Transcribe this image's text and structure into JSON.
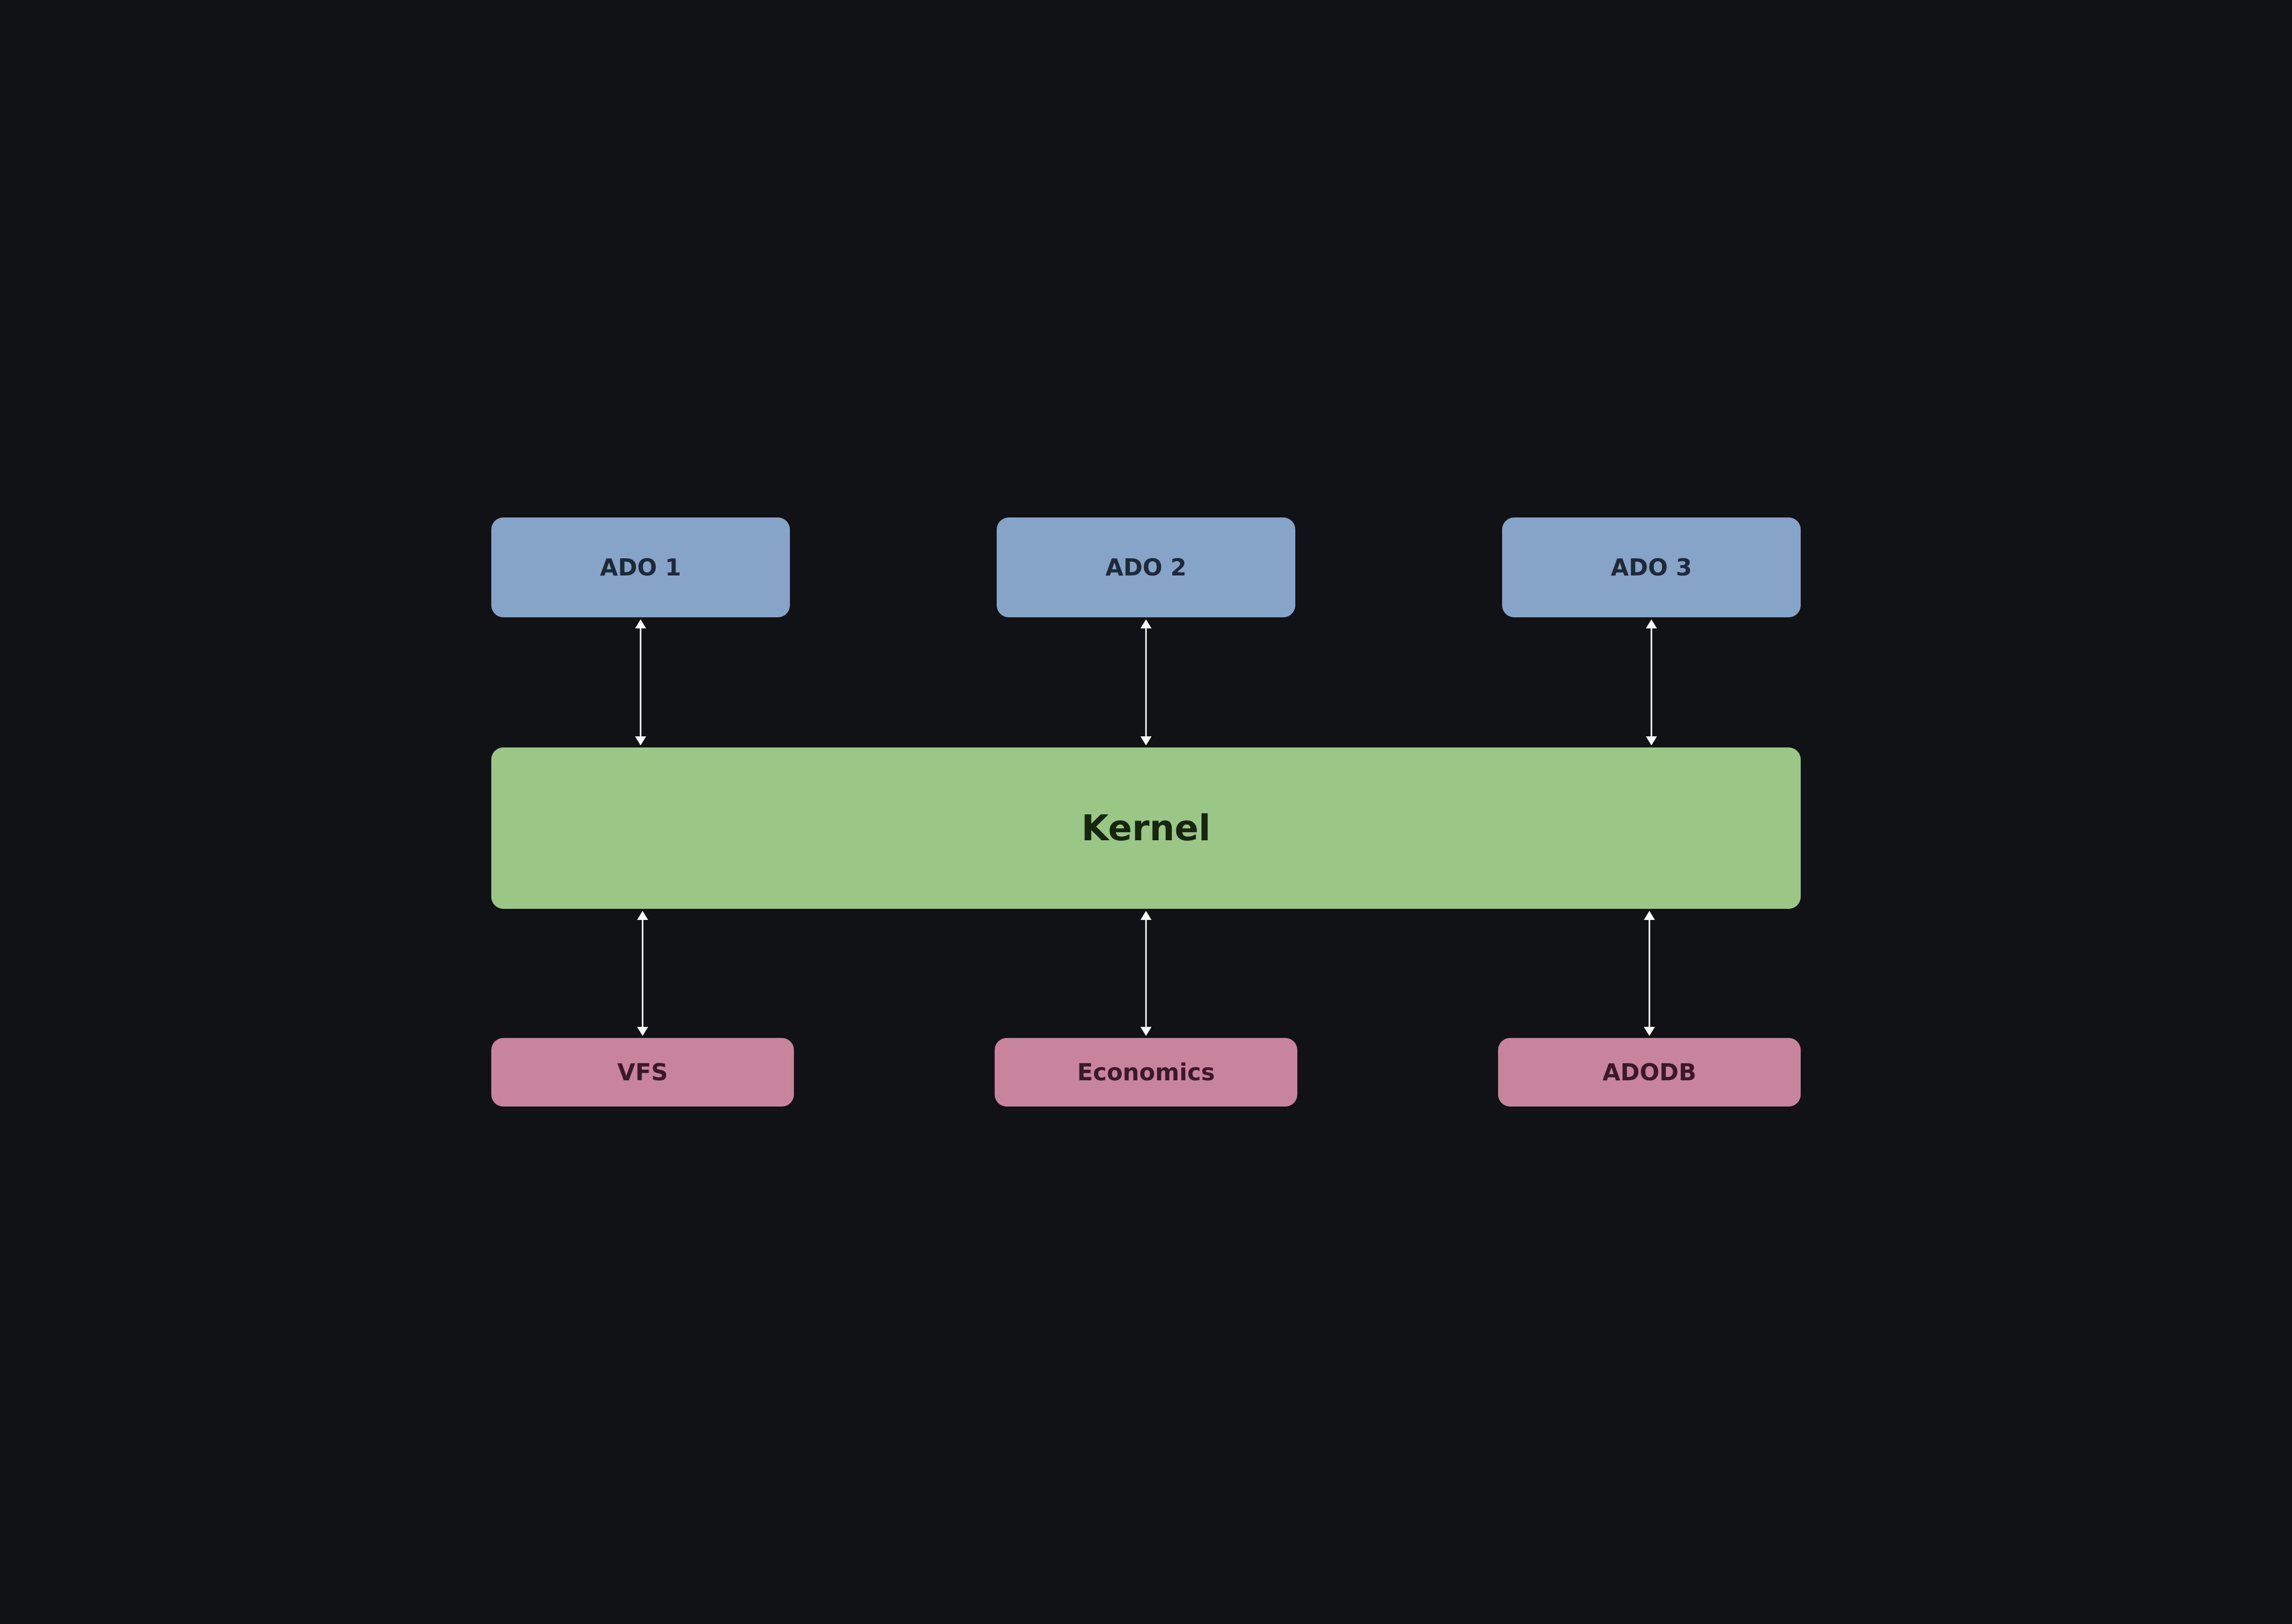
{
  "diagram": {
    "nodes": [
      {
        "id": "ado1",
        "label": "ADO 1",
        "group": "ado"
      },
      {
        "id": "ado2",
        "label": "ADO 2",
        "group": "ado"
      },
      {
        "id": "ado3",
        "label": "ADO 3",
        "group": "ado"
      },
      {
        "id": "kernel",
        "label": "Kernel",
        "group": "kernel"
      },
      {
        "id": "vfs",
        "label": "VFS",
        "group": "service"
      },
      {
        "id": "economics",
        "label": "Economics",
        "group": "service"
      },
      {
        "id": "adodb",
        "label": "ADODB",
        "group": "service"
      }
    ],
    "edges": [
      {
        "from": "ado1",
        "to": "kernel",
        "direction": "bidirectional"
      },
      {
        "from": "ado2",
        "to": "kernel",
        "direction": "bidirectional"
      },
      {
        "from": "ado3",
        "to": "kernel",
        "direction": "bidirectional"
      },
      {
        "from": "kernel",
        "to": "vfs",
        "direction": "bidirectional"
      },
      {
        "from": "kernel",
        "to": "economics",
        "direction": "bidirectional"
      },
      {
        "from": "kernel",
        "to": "adodb",
        "direction": "bidirectional"
      }
    ]
  },
  "colors": {
    "background": "#111216",
    "ado": "#86a4c8",
    "kernel": "#9bc786",
    "service": "#c7849c",
    "connector": "#ffffff"
  }
}
